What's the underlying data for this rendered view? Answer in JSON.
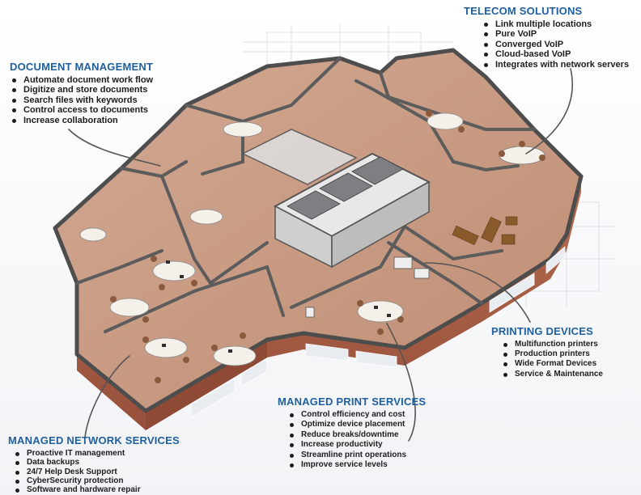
{
  "callouts": {
    "document_management": {
      "title": "DOCUMENT MANAGEMENT",
      "items": [
        "Automate document work flow",
        "Digitize and store documents",
        "Search files with keywords",
        "Control access to documents",
        "Increase collaboration"
      ]
    },
    "telecom_solutions": {
      "title": "TELECOM SOLUTIONS",
      "items": [
        "Link multiple locations",
        "Pure VoIP",
        "Converged VoIP",
        "Cloud-based VoIP",
        "Integrates with network servers"
      ]
    },
    "printing_devices": {
      "title": "PRINTING DEVICES",
      "items": [
        "Multifunction printers",
        "Production printers",
        "Wide Format Devices",
        "Service & Maintenance"
      ]
    },
    "managed_print_services": {
      "title": "MANAGED PRINT SERVICES",
      "items": [
        "Control efficiency and cost",
        "Optimize device placement",
        "Reduce breaks/downtime",
        "Increase productivity",
        "Streamline print operations",
        "Improve service levels"
      ]
    },
    "managed_network_services": {
      "title": "MANAGED NETWORK SERVICES",
      "items": [
        "Proactive IT management",
        "Data backups",
        "24/7 Help Desk Support",
        "CyberSecurity protection",
        "Software and hardware repair"
      ]
    }
  },
  "colors": {
    "heading": "#1f5f9e",
    "text": "#1d1d1d",
    "wall": "#5c5c5c",
    "floor": "#c99a82",
    "brick": "#a85e46",
    "server": "#7d7f82",
    "leader_line": "#555555"
  }
}
